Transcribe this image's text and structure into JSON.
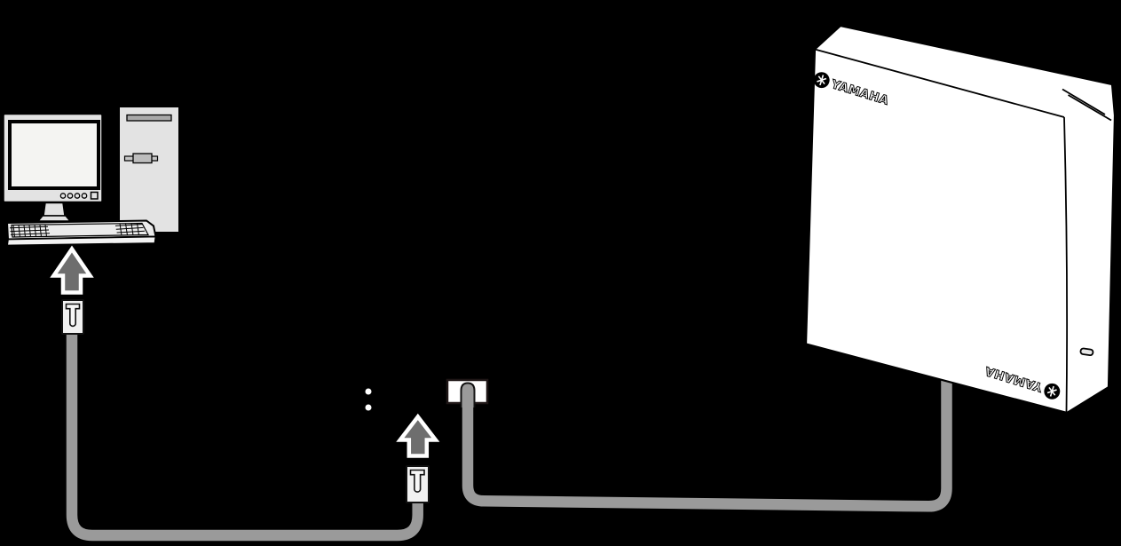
{
  "scene": {
    "type": "hardware-connection-diagram",
    "background": "#000000",
    "description": "Desktop computer with LAN cable plug, a second loose LAN plug pointing up at an omitted device (vertical ellipsis), and a wall LAN port whose cable runs to a YAMAHA network unit"
  },
  "colors": {
    "background": "#000000",
    "cable": "#9a9a9a",
    "outline": "#000000",
    "arrow_fill": "#6e6e6e",
    "arrow_outline": "#ffffff",
    "computer_body": "#e3e3e3",
    "screen": "#f4f4f2",
    "keyboard_body": "#ebebeb",
    "plug_body": "#f1f1f1",
    "device_body": "#ffffff",
    "port_plate": "#ffffff"
  },
  "device": {
    "brand_top": "YAMAHA",
    "brand_bottom": "YAMAHA"
  },
  "annotations": {
    "insert_arrow_1": "up-arrow",
    "insert_arrow_2": "up-arrow",
    "continuation_dots": "vertical-ellipsis"
  },
  "components": {
    "computer": "desktop computer (monitor, keyboard, tower)",
    "plug_computer_end": "LAN cable plug",
    "plug_loose_end": "LAN cable plug",
    "wall_port": "LAN port with inserted cable",
    "network_device": "YAMAHA unit"
  }
}
